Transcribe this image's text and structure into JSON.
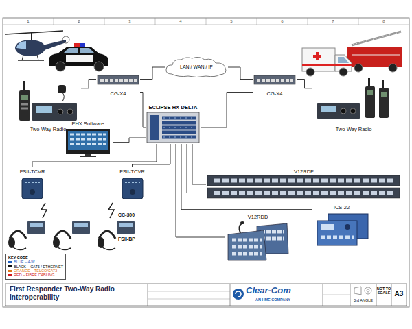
{
  "diagram": {
    "title": "First Responder Two-Way Radio Interoperability",
    "nodes": [
      {
        "text": [
          "Two-Way Radio"
        ]
      },
      {
        "text": [
          "CG-X4"
        ]
      },
      {
        "text": [
          "LAN / WAN / IP"
        ]
      },
      {
        "text": [
          "CG-X4"
        ]
      },
      {
        "text": [
          "Two-Way Radio"
        ]
      },
      {
        "text": [
          "ECLIPSE HX-DELTA"
        ]
      },
      {
        "text": [
          "EHX Software"
        ]
      },
      {
        "text": [
          "FSII-TCVR"
        ]
      },
      {
        "text": [
          "FSII-TCVR"
        ]
      },
      {
        "text": [
          "V12RDE"
        ]
      },
      {
        "text": [
          "V12RDD"
        ]
      },
      {
        "text": [
          "ICS-22"
        ]
      }
    ],
    "edges": [
      {
        "from": 0,
        "to": 1,
        "arrow": "none"
      },
      {
        "from": 1,
        "to": 2,
        "arrow": "none"
      },
      {
        "from": 2,
        "to": 3,
        "arrow": "none"
      },
      {
        "from": 3,
        "to": 4,
        "arrow": "none"
      },
      {
        "from": 1,
        "to": 5,
        "arrow": "none"
      },
      {
        "from": 3,
        "to": 5,
        "arrow": "none"
      },
      {
        "from": 5,
        "to": 6,
        "arrow": "none"
      },
      {
        "from": 5,
        "to": 7,
        "arrow": "none"
      },
      {
        "from": 5,
        "to": 8,
        "arrow": "none"
      },
      {
        "from": 5,
        "to": 9,
        "arrow": "none"
      },
      {
        "from": 5,
        "to": 9,
        "arrow": "none"
      },
      {
        "from": 5,
        "to": 10,
        "arrow": "none"
      },
      {
        "from": 5,
        "to": 11,
        "arrow": "none"
      }
    ],
    "labels": [
      "1",
      "2",
      "3",
      "4",
      "5",
      "6",
      "7",
      "8",
      "CC-300",
      "FSII-BP",
      "KEY CODE",
      "Clear-Com",
      "AN HME COMPANY",
      "NOT TO SCALE",
      "3rd ANGLE",
      "A3"
    ],
    "legend": [
      {
        "text": "BLUE – 4-W",
        "color": "#1f5fbf"
      },
      {
        "text": "BLACK – CAT5 / ETHERNET",
        "color": "#111111"
      },
      {
        "text": "ORANGE – TELCO/CAT3",
        "color": "#e0771a"
      },
      {
        "text": "RED – FIBRE CABLING",
        "color": "#d0181c"
      }
    ]
  }
}
